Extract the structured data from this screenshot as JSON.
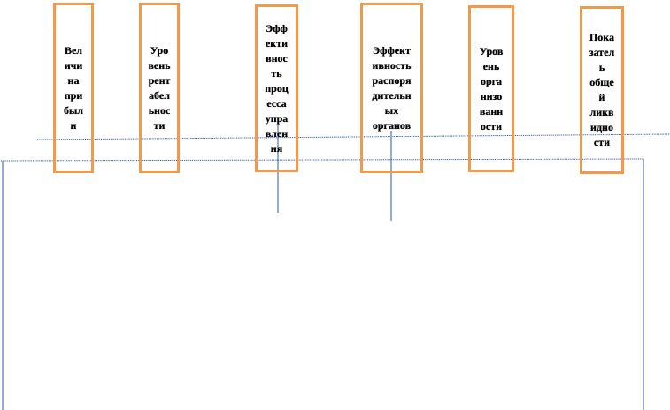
{
  "diagram": {
    "boxes": [
      {
        "id": "profit",
        "label": "Вел\nичи\nна\nпри\nбыл\nи"
      },
      {
        "id": "profitability",
        "label": "Уро\nвень\nрент\nабел\nьнос\nти"
      },
      {
        "id": "management-efficiency",
        "label": "Эфф\nекти\nвнос\nть\nпроц\nесса\nупра\nвлен\nия"
      },
      {
        "id": "admin-bodies-efficiency",
        "label": "Эффект\nивность\nраспоря\nдительн\nых\nорганов"
      },
      {
        "id": "organization-level",
        "label": "Уров\nень\nорга\nнизо\nванн\nости"
      },
      {
        "id": "liquidity",
        "label": "Пока\nзател\nь\nобще\nй\nликв\nидно\nсти"
      }
    ],
    "colors": {
      "box_border": "#f39a4a",
      "connector": "#2e5aa8"
    }
  }
}
